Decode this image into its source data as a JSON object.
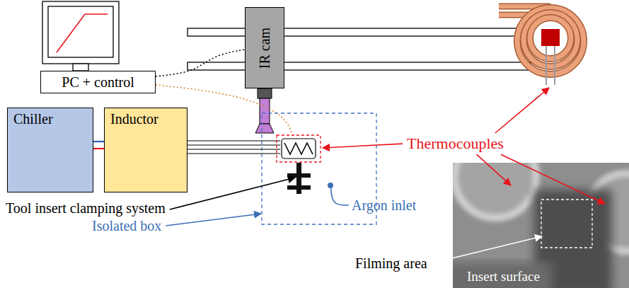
{
  "diagram": {
    "nodes": [
      {
        "text": [
          "PC + control"
        ]
      },
      {
        "text": [
          "IR cam"
        ]
      },
      {
        "text": [
          "Chiller"
        ]
      },
      {
        "text": [
          "Inductor"
        ]
      }
    ],
    "edges": [
      {
        "from": 0,
        "to": 1,
        "arrow": "none"
      },
      {
        "from": 2,
        "to": 3,
        "arrow": "none"
      }
    ],
    "labels": [
      "Thermocouples",
      "Tool insert clamping system",
      "Argon inlet",
      "Isolated box",
      "Filming area",
      "Insert surface"
    ]
  }
}
